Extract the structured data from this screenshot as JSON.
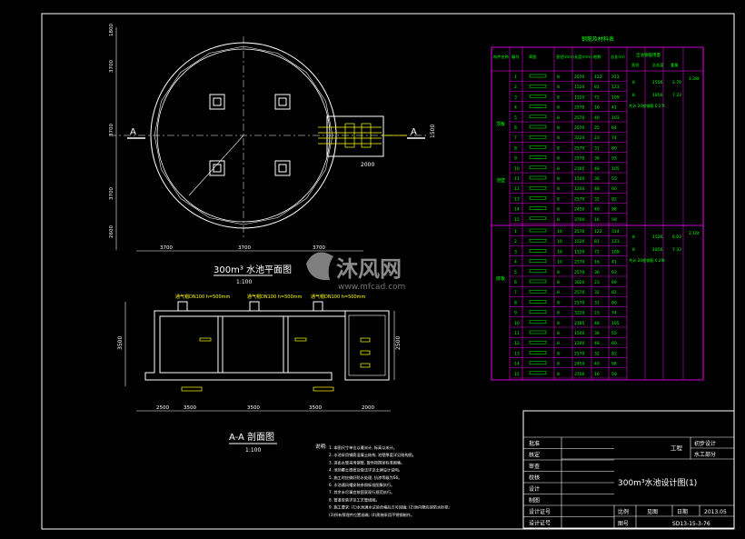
{
  "drawing": {
    "plan": {
      "section_mark": "A",
      "dims_vertical": [
        "1800",
        "3700",
        "3700",
        "3700",
        "2600"
      ],
      "dims_horizontal": [
        "3700",
        "3700",
        "3700"
      ],
      "dim_right_pipe": "2000",
      "dim_right_small": "1500",
      "title": "300m³ 水池平面图",
      "scale": "1:100"
    },
    "section": {
      "vent_labels": [
        "通气帽DN100 h=500mm",
        "通气帽DN100 h=500mm",
        "通气帽DN100 h=500mm"
      ],
      "dims_bottom": [
        "2500",
        "3500",
        "3500",
        "3500",
        "2000"
      ],
      "dim_height": "3500",
      "dim_right": "2500",
      "title": "A-A 剖面图",
      "scale": "1:100"
    },
    "notes": {
      "heading": "说明:",
      "items": [
        "1. 本图尺寸单位以毫米计, 标高以米计。",
        "2. 水池采用钢筋混凝土结构, 池壁厚度详见结构图。",
        "3. 进出水管采用钢管, 管件按国家标准图集。",
        "4. 池顶覆土厚度及做法详见土建设计说明。",
        "5. 施工时应做好防水处理, 抗渗等级为S6。",
        "6. 水池通风帽安装参照标准图集执行。",
        "7. 其余未尽事宜按国家现行规范执行。",
        "8. 管道安装详见工艺管线图。",
        "9. 施工要求: (1)水池满水试验合格后方可回填; (2)池内壁应抹防水砂浆;",
        "(3)所有预埋件位置准确; (4)爬梯采用不锈钢制作。"
      ]
    },
    "rebar_table": {
      "title": "钢筋及材料表",
      "header_left": "构件名称",
      "col_headers": [
        "编号",
        "简图",
        "直径(mm)",
        "长度(mm)",
        "根数",
        "总长(m)"
      ],
      "summary_header": "全池钢筋用量",
      "summary_subheaders": [
        "直径",
        "总长度",
        "重量"
      ],
      "group_top": "顶板",
      "group_wall": "池壁",
      "group_bottom": "底板",
      "note_top": "共计 20根钢筋 0.27t",
      "note_bottom": "共计 20根钢筋 0.29t",
      "rows_top": [
        [
          "1",
          "8",
          "2570",
          "122",
          "313"
        ],
        [
          "2",
          "8",
          "1520",
          "81",
          "123"
        ],
        [
          "3",
          "8",
          "1520",
          "72",
          "109"
        ],
        [
          "4",
          "8",
          "2570",
          "16",
          "41"
        ],
        [
          "5",
          "8",
          "2570",
          "40",
          "103"
        ],
        [
          "6",
          "8",
          "2570",
          "25",
          "64"
        ],
        [
          "7",
          "8",
          "3220",
          "23",
          "74"
        ],
        [
          "8",
          "8",
          "2570",
          "31",
          "80"
        ],
        [
          "9",
          "8",
          "2570",
          "36",
          "93"
        ],
        [
          "10",
          "8",
          "2185",
          "48",
          "105"
        ],
        [
          "11",
          "8",
          "1540",
          "36",
          "55"
        ],
        [
          "12",
          "8",
          "1240",
          "48",
          "60"
        ],
        [
          "13",
          "8",
          "2570",
          "32",
          "82"
        ],
        [
          "14",
          "8",
          "2450",
          "40",
          "98"
        ],
        [
          "15",
          "8",
          "3700",
          "16",
          "59"
        ]
      ],
      "rows_bottom": [
        [
          "1",
          "10",
          "2570",
          "122",
          "314"
        ],
        [
          "2",
          "10",
          "1520",
          "81",
          "123"
        ],
        [
          "3",
          "10",
          "1520",
          "72",
          "109"
        ],
        [
          "4",
          "10",
          "2570",
          "16",
          "41"
        ],
        [
          "5",
          "8",
          "2570",
          "36",
          "93"
        ],
        [
          "6",
          "8",
          "3020",
          "23",
          "69"
        ],
        [
          "7",
          "8",
          "2570",
          "32",
          "82"
        ],
        [
          "8",
          "8",
          "2570",
          "31",
          "80"
        ],
        [
          "9",
          "8",
          "3220",
          "23",
          "74"
        ],
        [
          "10",
          "8",
          "2185",
          "48",
          "105"
        ],
        [
          "11",
          "8",
          "1540",
          "36",
          "55"
        ],
        [
          "12",
          "8",
          "1240",
          "48",
          "60"
        ],
        [
          "13",
          "8",
          "2570",
          "32",
          "82"
        ],
        [
          "14",
          "8",
          "2450",
          "40",
          "98"
        ],
        [
          "15",
          "8",
          "3700",
          "16",
          "59"
        ]
      ],
      "summary_top": [
        [
          "8",
          "1556",
          "2.79"
        ],
        [
          "8",
          "1856",
          "7.33"
        ]
      ],
      "summary_bottom": [
        [
          "8",
          "1526",
          "6.03"
        ],
        [
          "8",
          "1856",
          "7.33"
        ]
      ],
      "summary_total_top": "1.28t",
      "summary_total_bottom": "2.16t"
    },
    "title_block": {
      "left_labels": [
        "批准",
        "核定",
        "审查",
        "校核",
        "设计",
        "制图",
        "设计证号",
        "设计证号"
      ],
      "project_label": "工程",
      "right_labels": [
        "初步设计",
        "水工部分"
      ],
      "drawing_title": "300m³水池设计图(1)",
      "scale_label": "比例",
      "scale_value": "见图",
      "date_label": "日期",
      "date_value": "2013.05",
      "number_label": "图号",
      "number_value": "SD13-15-3-76"
    },
    "watermark": {
      "brand": "沐风网",
      "url": "www.mfcad.com"
    },
    "colors": {
      "background": "#000000",
      "outline": "#ffffff",
      "pipe": "#ffff00",
      "table_border": "#ff00ff",
      "table_text": "#00ff00"
    }
  }
}
